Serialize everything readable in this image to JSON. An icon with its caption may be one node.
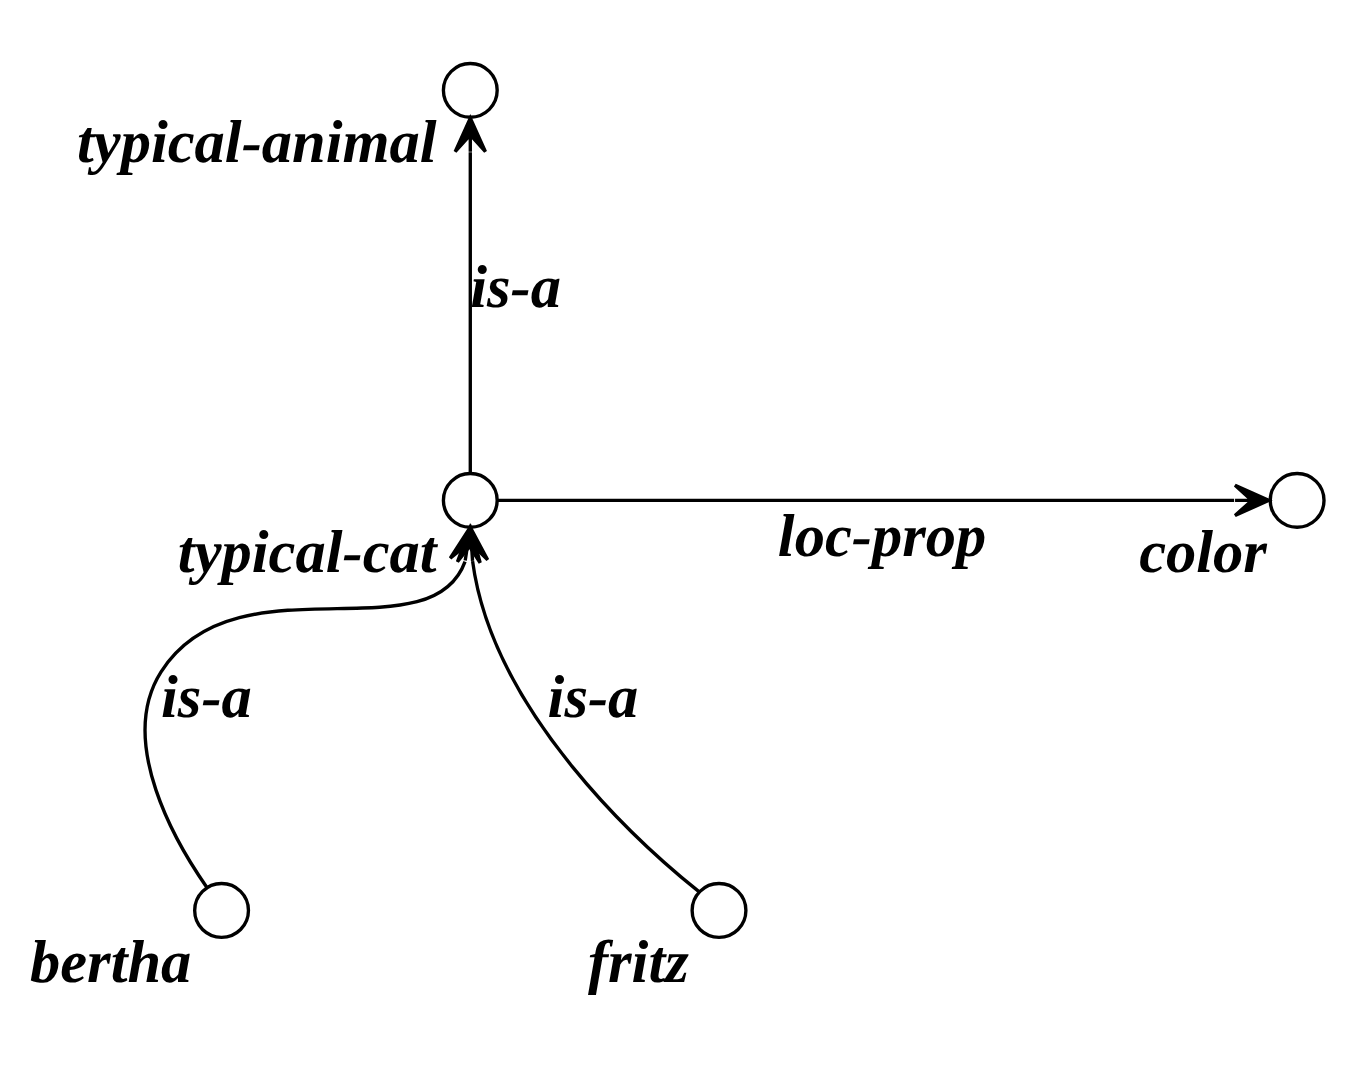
{
  "diagram": {
    "nodes": [
      {
        "text": [],
        "shape": "circle",
        "beside": [
          "typical-animal"
        ]
      },
      {
        "text": [],
        "shape": "circle",
        "beside": [
          "typical-cat"
        ]
      },
      {
        "text": [],
        "shape": "circle",
        "beside": [
          "color"
        ]
      },
      {
        "text": [],
        "shape": "circle",
        "beside": [
          "bertha"
        ]
      },
      {
        "text": [],
        "shape": "circle",
        "beside": [
          "fritz"
        ]
      }
    ],
    "edges": [
      {
        "from": 1,
        "to": 0,
        "arrow": "to",
        "label": "is-a"
      },
      {
        "from": 1,
        "to": 2,
        "arrow": "to",
        "label": "loc-prop"
      },
      {
        "from": 3,
        "to": 1,
        "arrow": "to",
        "label": "is-a"
      },
      {
        "from": 4,
        "to": 1,
        "arrow": "to",
        "label": "is-a"
      }
    ]
  }
}
